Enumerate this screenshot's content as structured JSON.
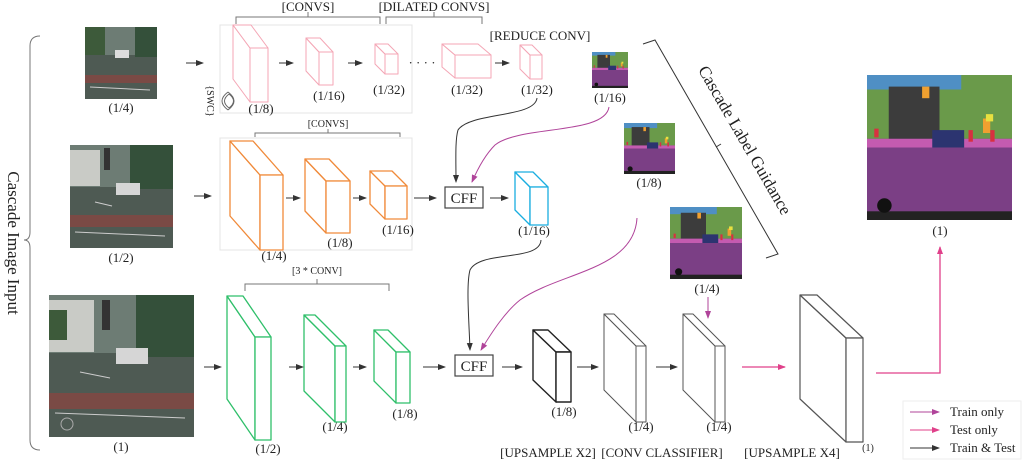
{
  "title": "Cascade segmentation network architecture (ICNet-style)",
  "colors": {
    "low_res_branch": "#f4a6b5",
    "mid_res_branch": "#f08a3a",
    "high_res_branch": "#2fbf6a",
    "cff_output": "#1aaee0",
    "upsample": "#222222",
    "classifier": "#555555",
    "train_only": "#b0449a",
    "test_only": "#e0408a",
    "train_test": "#333333"
  },
  "left_label": "Cascade Image Input",
  "right_label": "Cascade Label Guidance",
  "swc_label": "{SWC}",
  "inputs": [
    {
      "id": "input-quarter",
      "scale": "(1/4)"
    },
    {
      "id": "input-half",
      "scale": "(1/2)"
    },
    {
      "id": "input-full",
      "scale": "(1)"
    }
  ],
  "top_branch": {
    "group_labels": [
      "[CONVS]",
      "[DILATED CONVS]",
      "[REDUCE CONV]"
    ],
    "blocks": [
      "(1/8)",
      "(1/16)",
      "(1/32)",
      "(1/32)",
      "(1/32)"
    ],
    "ellipsis": "· · · ·"
  },
  "mid_branch": {
    "group_label": "[CONVS]",
    "blocks": [
      "(1/4)",
      "(1/8)",
      "(1/16)"
    ],
    "cff": "CFF",
    "cff_output": "(1/16)"
  },
  "bottom_branch": {
    "group_label": "[3 * CONV]",
    "blocks": [
      "(1/2)",
      "(1/4)",
      "(1/8)"
    ],
    "cff": "CFF",
    "post_blocks": [
      "(1/8)",
      "(1/4)",
      "(1/4)",
      "(1)"
    ],
    "stage_labels": [
      "[UPSAMPLE X2]",
      "[CONV CLASSIFIER]",
      "[UPSAMPLE X4]"
    ]
  },
  "label_guidance": [
    {
      "id": "label-sixteenth",
      "scale": "(1/16)"
    },
    {
      "id": "label-eighth",
      "scale": "(1/8)"
    },
    {
      "id": "label-quarter",
      "scale": "(1/4)"
    }
  ],
  "output": {
    "scale": "(1)"
  },
  "legend": [
    {
      "label": "Train only",
      "color_key": "train_only"
    },
    {
      "label": "Test only",
      "color_key": "test_only"
    },
    {
      "label": "Train & Test",
      "color_key": "train_test"
    }
  ]
}
